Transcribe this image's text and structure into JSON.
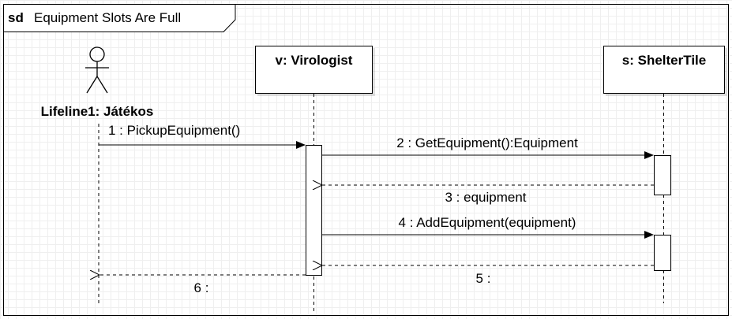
{
  "frame": {
    "keyword": "sd",
    "title": "Equipment Slots Are Full"
  },
  "actor": {
    "name": "Lifeline1: Játékos"
  },
  "lifelines": [
    {
      "label": "v: Virologist"
    },
    {
      "label": "s: ShelterTile"
    }
  ],
  "messages": [
    {
      "label": "1 : PickupEquipment()",
      "kind": "sync"
    },
    {
      "label": "2 : GetEquipment():Equipment",
      "kind": "sync"
    },
    {
      "label": "3 : equipment",
      "kind": "return"
    },
    {
      "label": "4 : AddEquipment(equipment)",
      "kind": "sync"
    },
    {
      "label": "5 :",
      "kind": "return"
    },
    {
      "label": "6 :",
      "kind": "return"
    }
  ]
}
